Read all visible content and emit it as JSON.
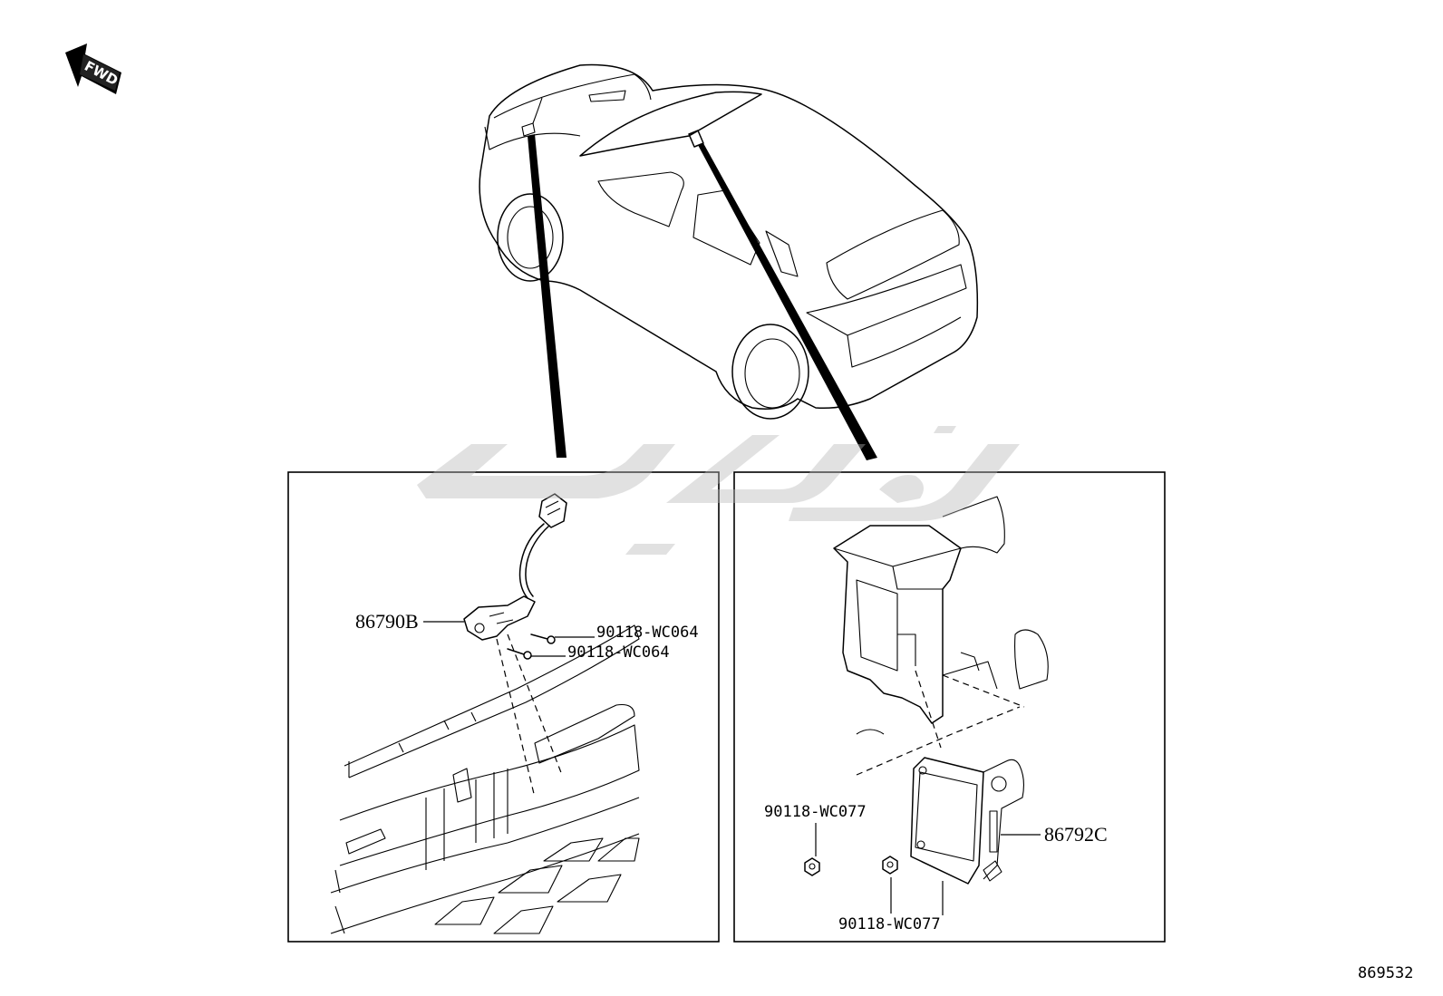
{
  "diagram": {
    "direction_label": "FWD",
    "figure_number": "869532",
    "left_panel": {
      "parts": [
        {
          "part_number": "86790B"
        },
        {
          "part_number": "90118-WC064"
        },
        {
          "part_number": "90118-WC064"
        }
      ]
    },
    "right_panel": {
      "parts": [
        {
          "part_number": "90118-WC077"
        },
        {
          "part_number": "86792C"
        },
        {
          "part_number": "90118-WC077"
        }
      ]
    },
    "colors": {
      "line": "#000000",
      "watermark": "#d3d3d3",
      "background": "#ffffff"
    }
  }
}
